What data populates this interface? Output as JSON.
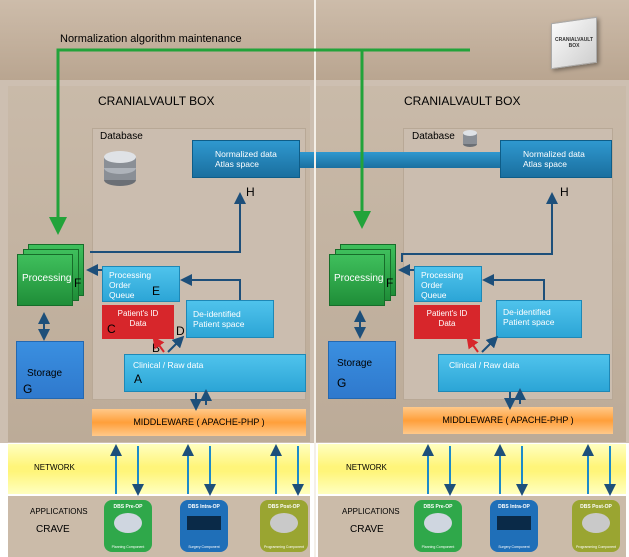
{
  "top_label": "Normalization algorithm maintenance",
  "cube_label": "CRANIALVAULT BOX",
  "boxes": [
    {
      "title": "CRANIALVAULT BOX",
      "database": "Database",
      "normalized": [
        "Normalized data",
        "Atlas space"
      ],
      "letter_h": "H",
      "processing": "Processing",
      "letter_f": "F",
      "queue": [
        "Processing",
        "Order",
        "Queue"
      ],
      "letter_e": "E",
      "patient": [
        "Patient's ID",
        "Data"
      ],
      "letter_c": "C",
      "letter_b": "B",
      "letter_d": "D",
      "deidentified": [
        "De-identified",
        "Patient space"
      ],
      "clinical": "Clinical / Raw data",
      "letter_a": "A",
      "storage": "Storage",
      "letter_g": "G",
      "middleware": "MIDDLEWARE ( APACHE-PHP )"
    },
    {
      "title": "CRANIALVAULT BOX",
      "database": "Database",
      "normalized": [
        "Normalized data",
        "Atlas space"
      ],
      "letter_h": "H",
      "processing": "Processing",
      "letter_f": "F",
      "queue": [
        "Processing",
        "Order",
        "Queue"
      ],
      "letter_e": "",
      "patient": [
        "Patient's ID",
        "Data"
      ],
      "letter_c": "",
      "letter_b": "",
      "letter_d": "",
      "deidentified": [
        "De-identified",
        "Patient space"
      ],
      "clinical": "Clinical / Raw data",
      "letter_a": "",
      "storage": "Storage",
      "letter_g": "G",
      "middleware": "MIDDLEWARE ( APACHE-PHP )"
    }
  ],
  "network": "NETWORK",
  "applications": "APPLICATIONS",
  "crave": "CRAVE",
  "apps": [
    {
      "title": "DBS Pre-OP",
      "sub": "Planning Component",
      "color": "#2fa84a"
    },
    {
      "title": "DBS Intra-OP",
      "sub": "Surgery Component",
      "color": "#1f6fb8"
    },
    {
      "title": "DBS Post-OP",
      "sub": "Programming Component",
      "color": "#9aa531"
    }
  ],
  "colors": {
    "arrow": "#1d4f7a",
    "green_line": "#22a33a",
    "middleware": "#ff9f3a",
    "network": "#fff57a"
  }
}
